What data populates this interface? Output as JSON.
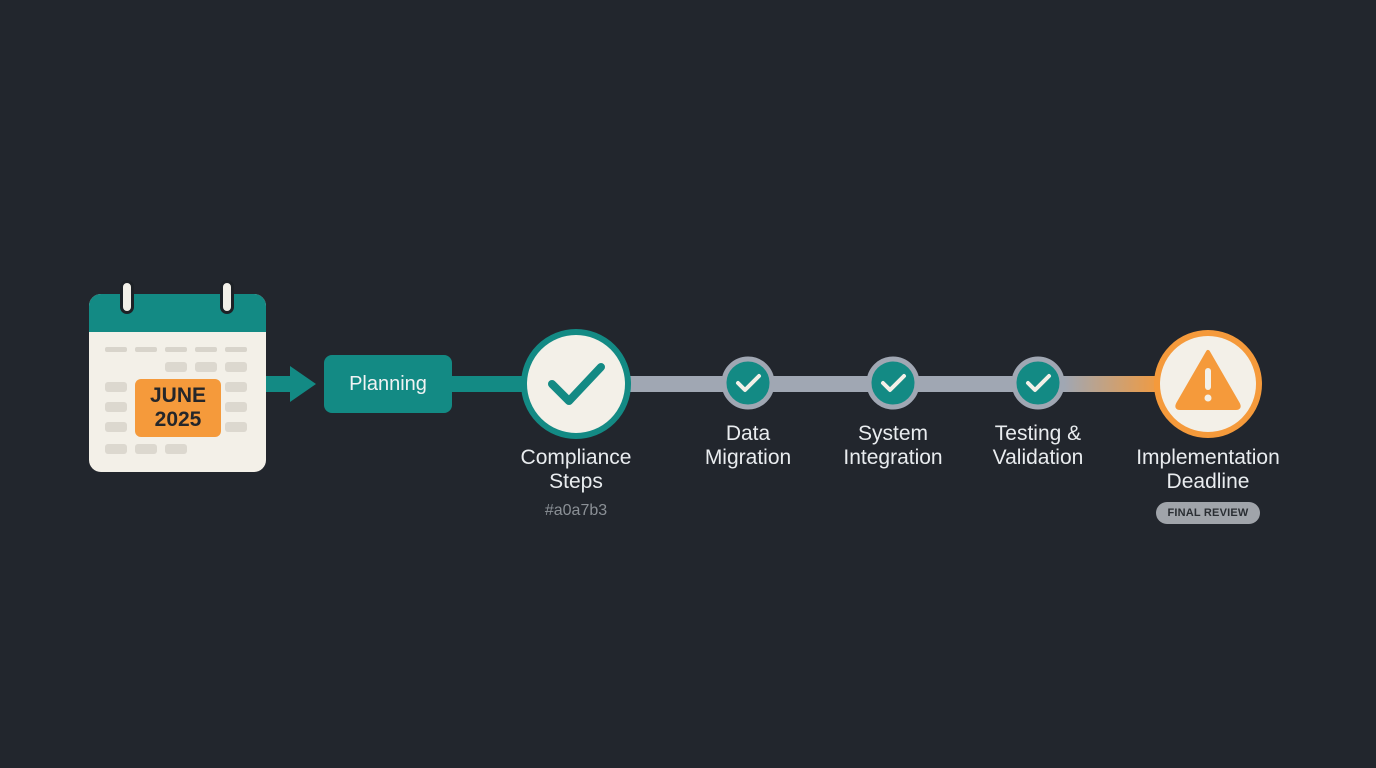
{
  "calendar": {
    "month": "JUNE",
    "year": "2025"
  },
  "start_phase": {
    "label": "Planning"
  },
  "milestones": [
    {
      "label_line1": "Compliance",
      "label_line2": "Steps",
      "sublabel": "#a0a7b3",
      "status": "complete",
      "icon": "checkmark-icon"
    },
    {
      "label_line1": "Data",
      "label_line2": "Migration",
      "status": "complete",
      "icon": "checkmark-icon"
    },
    {
      "label_line1": "System",
      "label_line2": "Integration",
      "status": "complete",
      "icon": "checkmark-icon"
    },
    {
      "label_line1": "Testing &",
      "label_line2": "Validation",
      "status": "complete",
      "icon": "checkmark-icon"
    },
    {
      "label_line1": "Implementation",
      "label_line2": "Deadline",
      "status": "warning",
      "icon": "warning-icon",
      "badge": "FINAL REVIEW"
    }
  ],
  "colors": {
    "background": "#22262d",
    "teal": "#138a84",
    "gray_track": "#a0a7b3",
    "orange": "#f59a3b",
    "calendar_paper": "#f3f0e8"
  }
}
